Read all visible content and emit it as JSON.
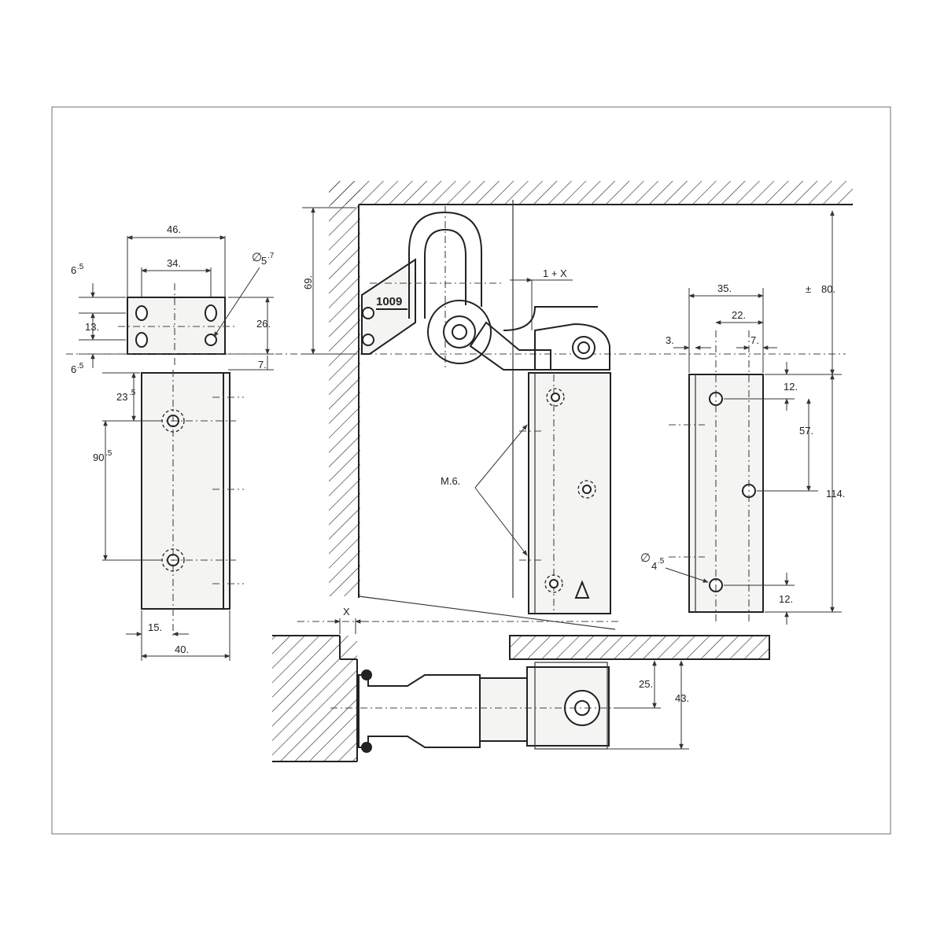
{
  "model_label": "1009",
  "thread_label": "M.6.",
  "clearance_label": "1 + X",
  "gap_label": "X",
  "left_bracket": {
    "width_total": "46.",
    "hole_spacing": "34.",
    "hole_diameter_main": "5",
    "hole_diameter_sup": ".7",
    "edge_top": "6",
    "edge_top_sup": ".5",
    "slot_spacing": "13.",
    "edge_bottom": "6",
    "edge_bottom_sup": ".5",
    "height": "26.",
    "offset": "7."
  },
  "left_plate": {
    "top_offset_main": "23",
    "top_offset_sup": ".5",
    "hole_spacing_main": "90",
    "hole_spacing_sup": ".5",
    "bottom_offset": "15.",
    "width": "40."
  },
  "center": {
    "height_69": "69."
  },
  "right_plate": {
    "width": "35.",
    "hole_x": "22.",
    "edge_left": "3.",
    "edge_right": "7.",
    "top_edge": "12.",
    "hole_spacing": "57.",
    "total_height": "114.",
    "bottom_edge": "12.",
    "hole_diameter_main": "4",
    "hole_diameter_sup": ".5",
    "upper_height": "80.",
    "tolerance": "±"
  },
  "bottom_view": {
    "dim_25": "25.",
    "dim_43": "43."
  }
}
